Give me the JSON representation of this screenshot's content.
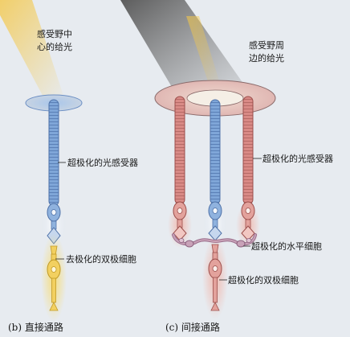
{
  "panel_b": {
    "light_label_line1": "感受野中",
    "light_label_line2": "心的给光",
    "photoreceptor_label": "超极化的光感受器",
    "bipolar_label": "去极化的双极细胞",
    "caption": "(b) 直接通路"
  },
  "panel_c": {
    "light_label_line1": "感受野周",
    "light_label_line2": "边的给光",
    "photoreceptor_label": "超极化的光感受器",
    "horizontal_label": "超极化的水平细胞",
    "bipolar_label": "超极化的双极细胞",
    "caption": "(c) 间接通路"
  },
  "colors": {
    "center_light": "#f4c84a",
    "surround_light": "#6e6e6e",
    "depolarized_blue": "#7fa6d8",
    "hyperpolarized_red": "#d98a86",
    "horizontal_purple": "#b98fa8",
    "bipolar_yellow": "#f2d060"
  }
}
